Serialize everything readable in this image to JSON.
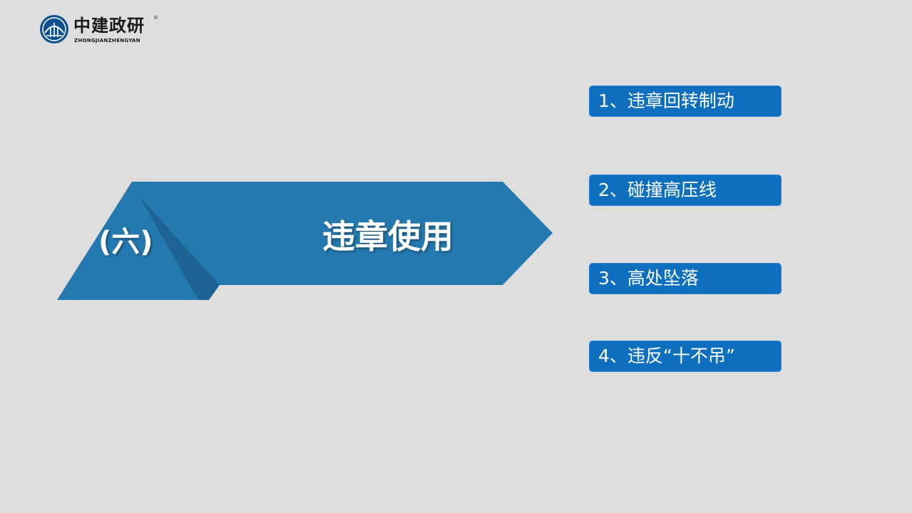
{
  "logo": {
    "name_cn": "中建政研",
    "name_en": "ZHONGJIANZHENGYAN",
    "registered_mark": "®",
    "icon": "zhongjianzhengyan-logo-icon"
  },
  "banner": {
    "number": "(六)",
    "title": "违章使用"
  },
  "items": [
    {
      "label": "1、违章回转制动"
    },
    {
      "label": "2、碰撞高压线"
    },
    {
      "label": "3、高处坠落"
    },
    {
      "label": "4、违反“十不吊”"
    }
  ],
  "colors": {
    "background": "#dedede",
    "banner_blue": "#2479b0",
    "banner_fold": "#1d6494",
    "item_blue": "#0f6fbf"
  }
}
